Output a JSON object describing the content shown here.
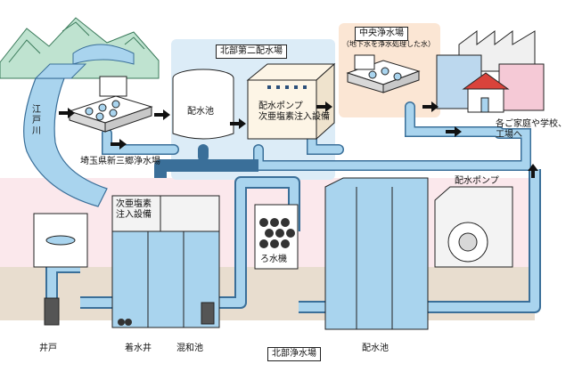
{
  "labels": {
    "edogawa": "江戸川",
    "shinmisato": "埼玉県新三郷浄水場",
    "hokubu_daini": "北部第二配水場",
    "haisuichi_top": "配水池",
    "pump_chlorine": "配水ポンプ\n次亜塩素注入設備",
    "chuo_title": "中央浄水場",
    "chuo_sub": "（地下水を浄水処理した水）",
    "homes": "各ご家庭や学校、\n工場へ",
    "chlorine_lower": "次亜塩素\n注入設備",
    "filter": "ろ水機",
    "pump_right": "配水ポンプ",
    "well": "井戸",
    "receiving": "着水井",
    "mixing": "混和池",
    "hokubu": "北部浄水場",
    "haisuichi_bottom": "配水池"
  },
  "colors": {
    "water": "#a9d4ee",
    "pipe_stroke": "#3a6f99",
    "blue_panel": "#dcecf7",
    "pink_panel": "#fbe8ec",
    "orange_panel": "#fbe6d4",
    "ground": "#e8ddcf",
    "mountain": "#bfe3d0"
  }
}
